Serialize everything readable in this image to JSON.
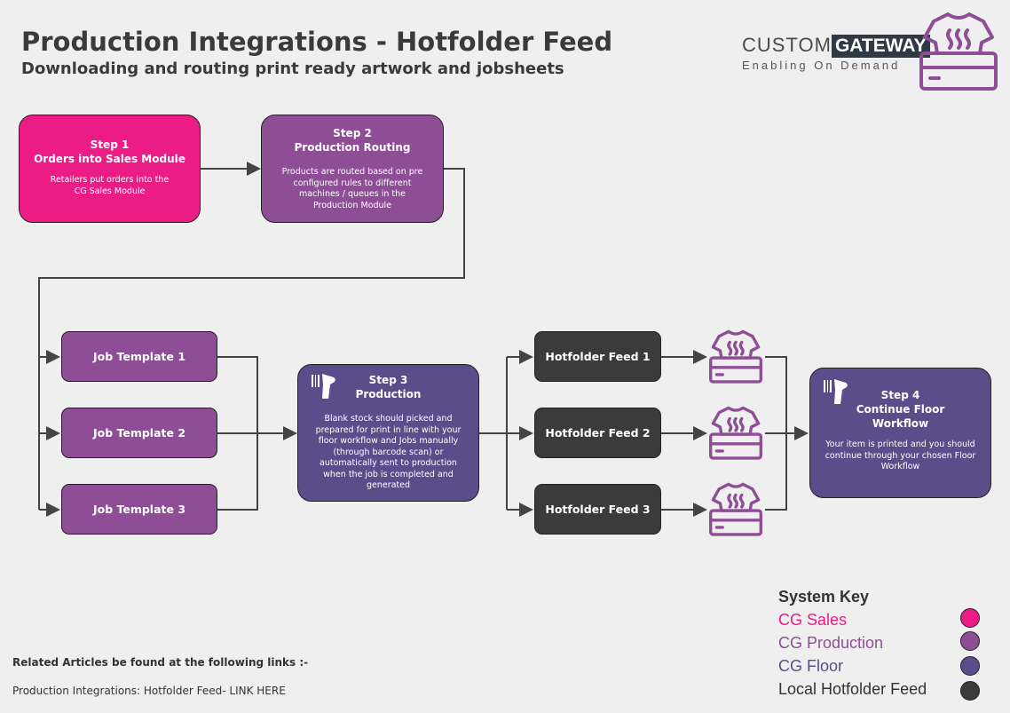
{
  "header": {
    "title": "Production Integrations - Hotfolder Feed",
    "subtitle": "Downloading and routing print ready artwork and jobsheets"
  },
  "brand": {
    "custom": "CUSTOM",
    "gateway": "GATEWAY",
    "tagline": "Enabling On Demand",
    "logo_icon": "heat-press-shirt-icon"
  },
  "steps": {
    "step1": {
      "label": "Step 1",
      "title": "Orders into Sales Module",
      "desc": "Retailers put orders into the CG Sales Module"
    },
    "step2": {
      "label": "Step 2",
      "title": "Production Routing",
      "desc": "Products are routed based on pre configured rules to different machines / queues in the Production Module"
    },
    "step3": {
      "label": "Step 3",
      "title": "Production",
      "desc": "Blank stock should picked and prepared for print in line with your floor workflow and Jobs manually (through barcode scan) or automatically sent to production when the job is completed and generated",
      "icon": "barcode-scanner-icon"
    },
    "step4": {
      "label": "Step 4",
      "title": "Continue Floor Workflow",
      "desc": "Your item is printed and you should continue through your chosen Floor Workflow",
      "icon": "barcode-scanner-icon"
    }
  },
  "templates": [
    "Job Template 1",
    "Job Template 2",
    "Job Template 3"
  ],
  "feeds": [
    "Hotfolder Feed 1",
    "Hotfolder Feed 2",
    "Hotfolder Feed 3"
  ],
  "feed_icon": "heat-press-shirt-icon",
  "footer": {
    "related": "Related Articles be found at the following links :-",
    "link": "Production Integrations: Hotfolder Feed- LINK HERE"
  },
  "key": {
    "title": "System Key",
    "items": [
      {
        "label": "CG Sales",
        "color": "#ec1c86"
      },
      {
        "label": "CG Production",
        "color": "#8e4e96"
      },
      {
        "label": "CG Floor",
        "color": "#5a4d8a"
      },
      {
        "label": "Local Hotfolder Feed",
        "color": "#3b3b3b"
      }
    ]
  }
}
